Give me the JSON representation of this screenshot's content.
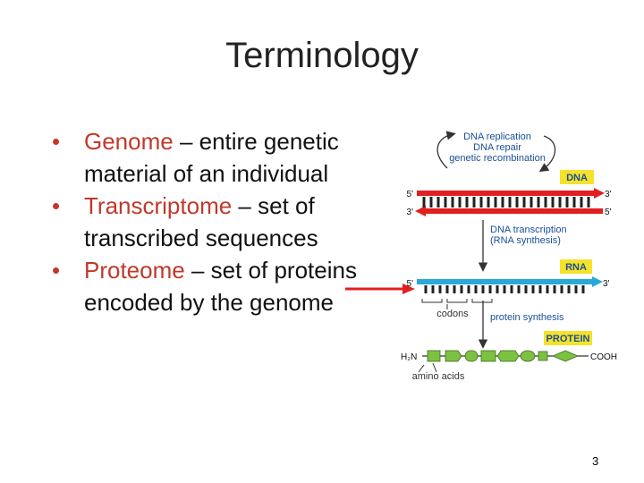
{
  "slide": {
    "title": "Terminology",
    "page_number": "3",
    "accent_color": "#c0392b"
  },
  "bullets": [
    {
      "term": "Genome",
      "definition": " – entire genetic material of an individual"
    },
    {
      "term": "Transcriptome",
      "definition": " – set of transcribed sequences"
    },
    {
      "term": "Proteome",
      "definition": " – set of proteins encoded by the genome"
    }
  ],
  "figure": {
    "cycle_labels": [
      "DNA replication",
      "DNA repair",
      "genetic recombination"
    ],
    "dna_badge": "DNA",
    "rna_badge": "RNA",
    "protein_badge": "PROTEIN",
    "strand_five_prime": "5'",
    "strand_three_prime": "3'",
    "transcription_line1": "DNA transcription",
    "transcription_line2": "(RNA synthesis)",
    "codons_label": "codons",
    "protein_synthesis_label": "protein synthesis",
    "n_terminus": "H₂N",
    "c_terminus": "COOH",
    "amino_acids_label": "amino acids",
    "colors": {
      "dna": "#e02020",
      "rna": "#2aa8d8",
      "protein": "#7dc142",
      "badge": "#f5e22a"
    }
  }
}
